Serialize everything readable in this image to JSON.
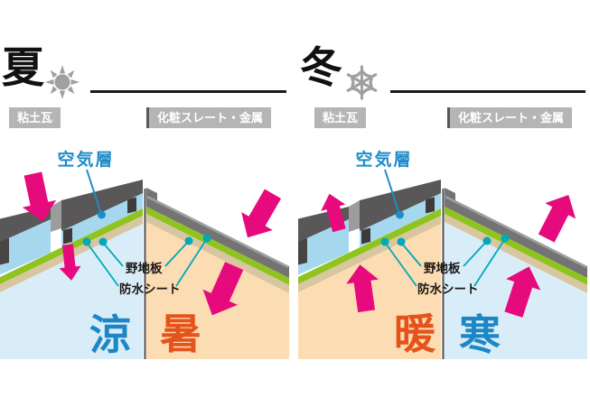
{
  "palette": {
    "magenta_heat_arrow": "#e60a7c",
    "waterproof_green": "#8fc31f",
    "sheathing_tan": "#d8c6a1",
    "air_layer_blue": "#a5d8ee",
    "interior_cool_blue": "#d9edf8",
    "interior_warm_peach": "#fcdcb2",
    "clay_tile_gray": "#595757",
    "slate_gray": "#757474",
    "badge_gray": "#b5b5b6",
    "label_blue": "#1e8cc9",
    "leader_teal": "#00a9ba",
    "kanji_cool_blue": "#1d87c6",
    "kanji_warm_vermilion": "#e5531c",
    "icon_gray": "#9fa0a0"
  },
  "sections": [
    {
      "season_label": "夏",
      "icon": "sun",
      "heat_arrow_direction": "down-into-roof",
      "roof_badges": {
        "left": "粘土瓦",
        "right": "化粧スレート・金属"
      },
      "layer_labels": {
        "air_layer": "空気層",
        "sheathing_board": "野地板",
        "waterproof_sheet": "防水シート"
      },
      "panels": {
        "clay_tile_interior": "涼",
        "slate_metal_interior": "暑"
      }
    },
    {
      "season_label": "冬",
      "icon": "snowflake",
      "heat_arrow_direction": "up-out-of-roof",
      "roof_badges": {
        "left": "粘土瓦",
        "right": "化粧スレート・金属"
      },
      "layer_labels": {
        "air_layer": "空気層",
        "sheathing_board": "野地板",
        "waterproof_sheet": "防水シート"
      },
      "panels": {
        "clay_tile_interior": "暖",
        "slate_metal_interior": "寒"
      }
    }
  ]
}
